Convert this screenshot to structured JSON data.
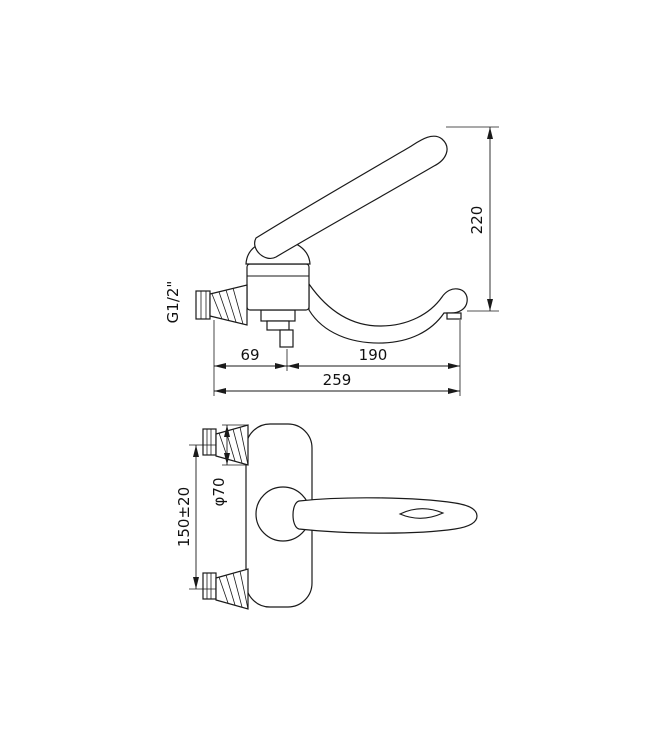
{
  "side_view": {
    "thread_label": "G1/2\"",
    "dim_height": "220",
    "dim_wall_to_valve": "69",
    "dim_valve_to_spout_end": "190",
    "dim_total_reach": "259"
  },
  "front_view": {
    "dim_flange_diameter": "φ70",
    "dim_centers_distance": "150±20"
  }
}
